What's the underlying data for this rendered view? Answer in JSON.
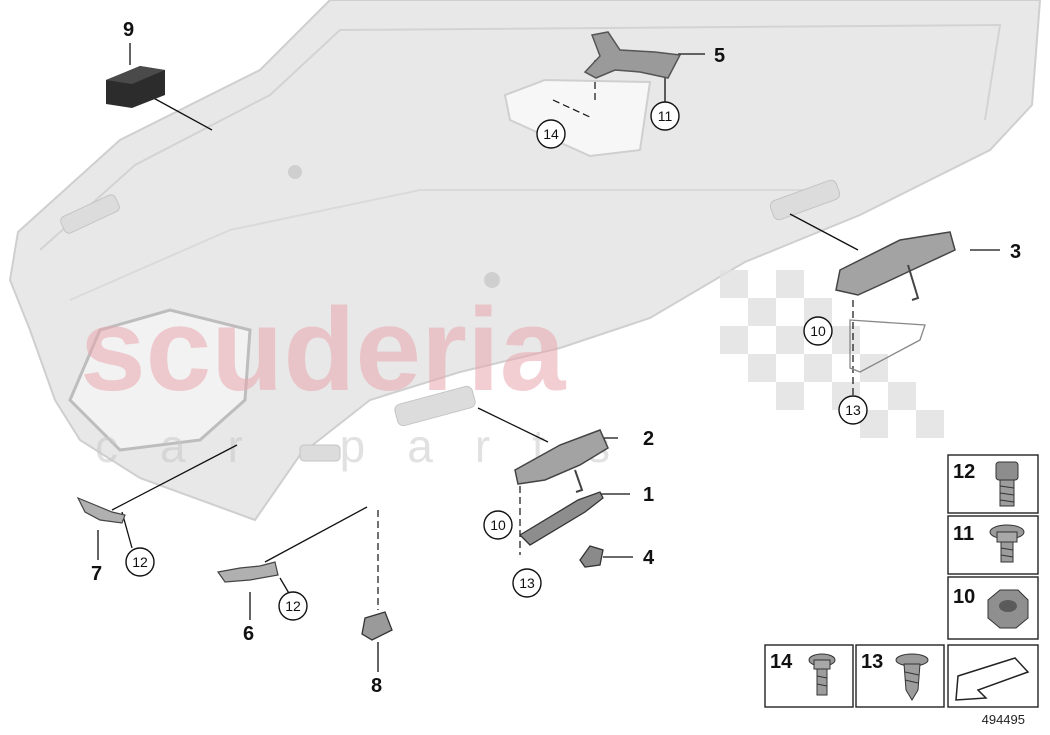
{
  "watermark": {
    "brand": "scuderia",
    "sub": "car parts"
  },
  "document_number": "494495",
  "callouts": {
    "c1": "1",
    "c2": "2",
    "c3": "3",
    "c4": "4",
    "c5": "5",
    "c6": "6",
    "c7": "7",
    "c8": "8",
    "c9": "9"
  },
  "circled_refs": {
    "r11_top": "11",
    "r14_top": "14",
    "r10_right": "10",
    "r13_right": "13",
    "r10_center": "10",
    "r13_center": "13",
    "r12_left": "12",
    "r12_center": "12"
  },
  "legend": {
    "l12": "12",
    "l11": "11",
    "l10": "10",
    "l14": "14",
    "l13": "13"
  },
  "colors": {
    "headliner": "#e7e7e7",
    "line": "#111111",
    "part": "#8d8d8d",
    "block": "#2c2c2c"
  }
}
